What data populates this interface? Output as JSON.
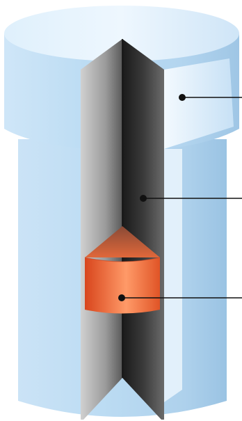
{
  "figure": {
    "kind": "cutaway-illustration",
    "colors": {
      "outer_body": "#bcdcf3",
      "outer_body_light": "#eef6fd",
      "outer_body_shadow": "#a3c8e6",
      "inner_wall_light": "#c8c8c8",
      "inner_wall_dark": "#1a1a1a",
      "core_light": "#ffa070",
      "core_dark": "#d8451c",
      "leader_line": "#111111"
    },
    "callouts": [
      {
        "target": "outer-shell"
      },
      {
        "target": "inner-bore"
      },
      {
        "target": "core-insert"
      }
    ]
  }
}
